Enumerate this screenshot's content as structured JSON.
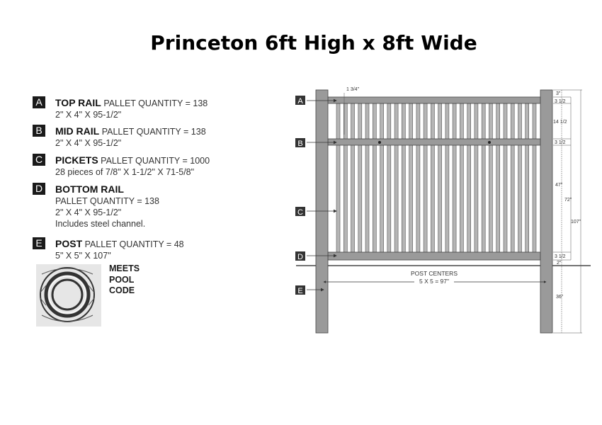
{
  "title": "Princeton 6ft High x 8ft Wide",
  "legend": [
    {
      "letter": "A",
      "name": "TOP RAIL",
      "qty": "PALLET QUANTITY = 138",
      "lines": [
        "2\" X 4\" X 95-1/2\""
      ]
    },
    {
      "letter": "B",
      "name": "MID RAIL",
      "qty": "PALLET QUANTITY = 138",
      "lines": [
        "2\" X 4\" X 95-1/2\""
      ]
    },
    {
      "letter": "C",
      "name": "PICKETS",
      "qty": "PALLET QUANTITY = 1000",
      "lines": [
        "28 pieces of 7/8\" X 1-1/2\" X 71-5/8\""
      ]
    },
    {
      "letter": "D",
      "name": "BOTTOM RAIL",
      "qty": "",
      "lines": [
        "PALLET QUANTITY = 138",
        "2\" X 4\" X 95-1/2\"",
        "Includes steel channel."
      ]
    },
    {
      "letter": "E",
      "name": "POST",
      "qty": "PALLET QUANTITY = 48",
      "lines": [
        "5\" X 5\" X 107\""
      ]
    }
  ],
  "badge": {
    "lines": [
      "MEETS",
      "POOL",
      "CODE"
    ]
  },
  "diagram": {
    "part_labels": [
      "A",
      "B",
      "C",
      "D",
      "E"
    ],
    "picket_count": 28,
    "dimensions": {
      "top_gap": "1 3/4\"",
      "post_top": "3\"",
      "rail_a": "3 1/2",
      "gap_ab": "14 1/2",
      "rail_b": "3 1/2",
      "gap_bd": "47\"",
      "rail_d": "3 1/2",
      "ground_gap": "2\"",
      "picket_total": "72\"",
      "post_total": "107\"",
      "burial": "36\""
    },
    "post_centers_label": "POST CENTERS",
    "post_centers_value": "5 X 5 = 97\""
  }
}
